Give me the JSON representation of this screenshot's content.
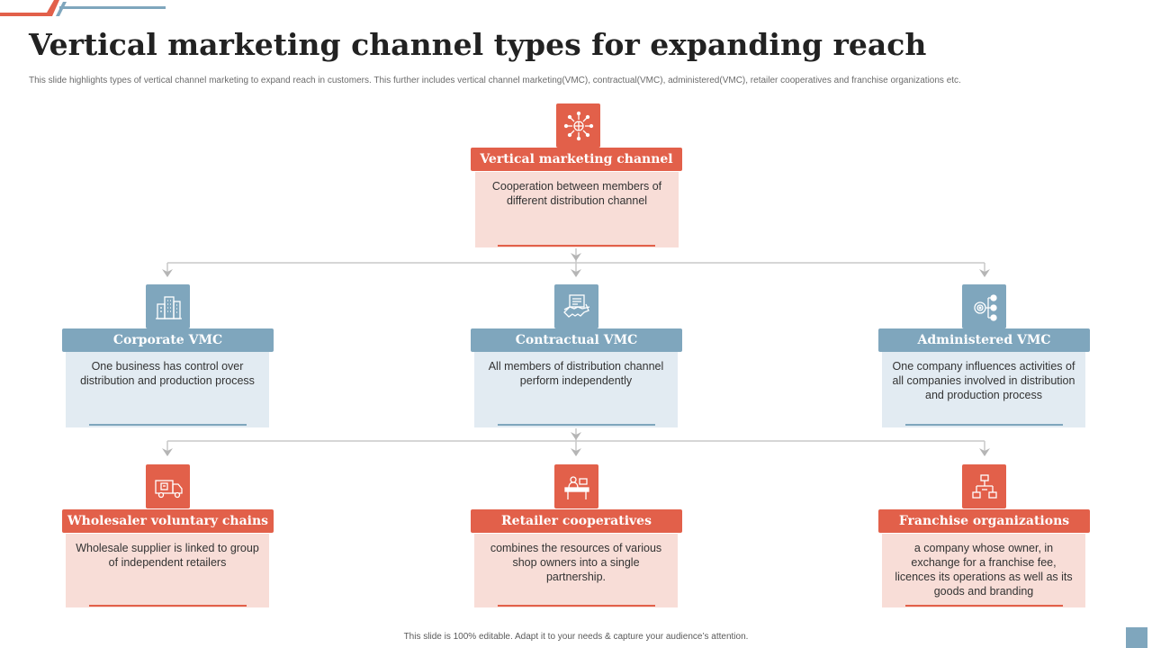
{
  "title": "Vertical marketing channel types for expanding reach",
  "subtitle": "This slide highlights types of vertical channel marketing to expand reach in customers. This further includes vertical channel marketing(VMC), contractual(VMC), administered(VMC), retailer cooperatives and franchise organizations etc.",
  "colors": {
    "accent_red": "#e2604a",
    "accent_blue": "#7fa6bd",
    "light_red": "#f8ddd7",
    "light_blue": "#e2ebf2"
  },
  "top": {
    "icon": "network-globe-icon",
    "label": "Vertical marketing channel",
    "description": "Cooperation between members of different distribution channel"
  },
  "middle": [
    {
      "icon": "office-buildings-icon",
      "label": "Corporate VMC",
      "description": "One business has control over distribution and production process"
    },
    {
      "icon": "handshake-contract-icon",
      "label": "Contractual VMC",
      "description": "All members of distribution channel perform independently"
    },
    {
      "icon": "target-hierarchy-icon",
      "label": "Administered VMC",
      "description": "One company influences activities of all companies involved in distribution and production process"
    }
  ],
  "bottom": [
    {
      "icon": "delivery-truck-icon",
      "label": "Wholesaler voluntary chains",
      "description": "Wholesale supplier is linked to group of independent retailers"
    },
    {
      "icon": "shop-counter-icon",
      "label": "Retailer cooperatives",
      "description": "combines the resources of various shop owners into a single partnership."
    },
    {
      "icon": "org-chart-icon",
      "label": "Franchise organizations",
      "description": "a company whose owner, in exchange for a franchise fee, licences its operations as well as its goods and branding"
    }
  ],
  "footer": "This slide is 100% editable. Adapt it to your needs & capture your audience’s attention."
}
